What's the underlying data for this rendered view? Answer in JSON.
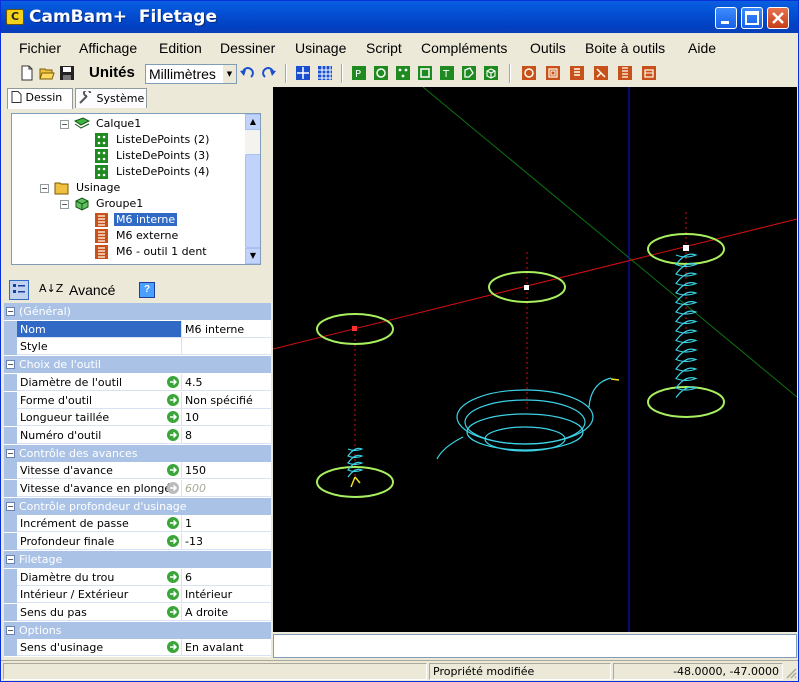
{
  "window": {
    "title": "CamBam+  Filetage"
  },
  "menu": [
    "Fichier",
    "Affichage",
    "Edition",
    "Dessiner",
    "Usinage",
    "Script",
    "Compléments",
    "Outils",
    "Boite à outils",
    "Aide"
  ],
  "toolbar": {
    "units_label": "Unités",
    "units_value": "Millimètres"
  },
  "tabs": [
    {
      "label": "Dessin"
    },
    {
      "label": "Système"
    }
  ],
  "tree": {
    "nodes": [
      {
        "label": "Calque1",
        "icon": "layer-icon",
        "expanded": true
      },
      {
        "label": "ListeDePoints (2)",
        "icon": "pointlist-icon"
      },
      {
        "label": "ListeDePoints (3)",
        "icon": "pointlist-icon"
      },
      {
        "label": "ListeDePoints (4)",
        "icon": "pointlist-icon"
      },
      {
        "label": "Usinage",
        "icon": "folder-icon",
        "expanded": true
      },
      {
        "label": "Groupe1",
        "icon": "part-icon",
        "expanded": true
      },
      {
        "label": "M6 interne",
        "icon": "thread-op-icon",
        "selected": true
      },
      {
        "label": "M6 externe",
        "icon": "thread-op-icon"
      },
      {
        "label": "M6 - outil 1 dent",
        "icon": "thread-op-icon"
      }
    ]
  },
  "props_toolbar": {
    "alpha_label": "A↓Z",
    "advanced_label": "Avancé",
    "help_label": "?"
  },
  "properties": [
    {
      "kind": "cat",
      "label": "(Général)"
    },
    {
      "kind": "prop",
      "name": "Nom",
      "value": "M6 interne",
      "gear": false
    },
    {
      "kind": "prop",
      "name": "Style",
      "value": "",
      "gear": false
    },
    {
      "kind": "cat",
      "label": "Choix de l'outil"
    },
    {
      "kind": "prop",
      "name": "Diamètre de l'outil",
      "value": "4.5",
      "gear": true
    },
    {
      "kind": "prop",
      "name": "Forme d'outil",
      "value": "Non spécifié",
      "gear": true
    },
    {
      "kind": "prop",
      "name": "Longueur taillée",
      "value": "10",
      "gear": true
    },
    {
      "kind": "prop",
      "name": "Numéro d'outil",
      "value": "8",
      "gear": true
    },
    {
      "kind": "cat",
      "label": "Contrôle des avances"
    },
    {
      "kind": "prop",
      "name": "Vitesse d'avance",
      "value": "150",
      "gear": true
    },
    {
      "kind": "prop",
      "name": "Vitesse d'avance en plongée",
      "value": "600",
      "gear": true,
      "disabled": true
    },
    {
      "kind": "cat",
      "label": "Contrôle profondeur d'usinage"
    },
    {
      "kind": "prop",
      "name": "Incrément de passe",
      "value": "1",
      "gear": true
    },
    {
      "kind": "prop",
      "name": "Profondeur finale",
      "value": "-13",
      "gear": true
    },
    {
      "kind": "cat",
      "label": "Filetage"
    },
    {
      "kind": "prop",
      "name": "Diamètre du trou",
      "value": "6",
      "gear": true
    },
    {
      "kind": "prop",
      "name": "Intérieur / Extérieur",
      "value": "Intérieur",
      "gear": true
    },
    {
      "kind": "prop",
      "name": "Sens du pas",
      "value": "A droite",
      "gear": true
    },
    {
      "kind": "cat",
      "label": "Options"
    },
    {
      "kind": "prop",
      "name": "Sens d'usinage",
      "value": "En avalant",
      "gear": true
    }
  ],
  "status": {
    "message": "Propriété modifiée",
    "coords": "-48.0000, -47.0000"
  },
  "colors": {
    "title_bar": "#0453d6",
    "selection": "#316ac5",
    "category_bg": "#aac2e6",
    "viewport_bg": "#000000",
    "x_axis": "#d01010",
    "y_axis": "#1010e0",
    "z_axis": "#107010",
    "circle": "#a8f060",
    "toolpath": "#3cd2e6"
  }
}
